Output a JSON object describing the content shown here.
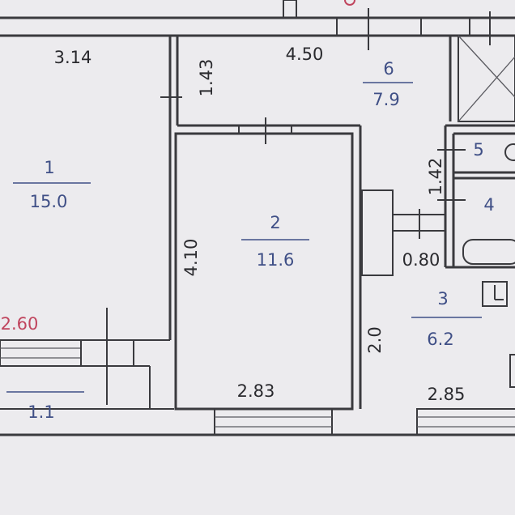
{
  "plan": {
    "rooms": [
      {
        "id": "1",
        "number": "1",
        "area": "15.0"
      },
      {
        "id": "2",
        "number": "2",
        "area": "11.6"
      },
      {
        "id": "3",
        "number": "3",
        "area": "6.2"
      },
      {
        "id": "4",
        "number": "4",
        "area": ""
      },
      {
        "id": "5",
        "number": "5",
        "area": ""
      },
      {
        "id": "6",
        "number": "6",
        "area": "7.9"
      },
      {
        "id": "balcony",
        "number": "",
        "area": "1.1"
      }
    ],
    "dimensions": {
      "d_314": "3.14",
      "d_450": "4.50",
      "d_143": "1.43",
      "d_142": "1.42",
      "d_080": "0.80",
      "d_410": "4.10",
      "d_260": "2.60",
      "d_20": "2.0",
      "d_283": "2.83",
      "d_285": "2.85"
    }
  }
}
